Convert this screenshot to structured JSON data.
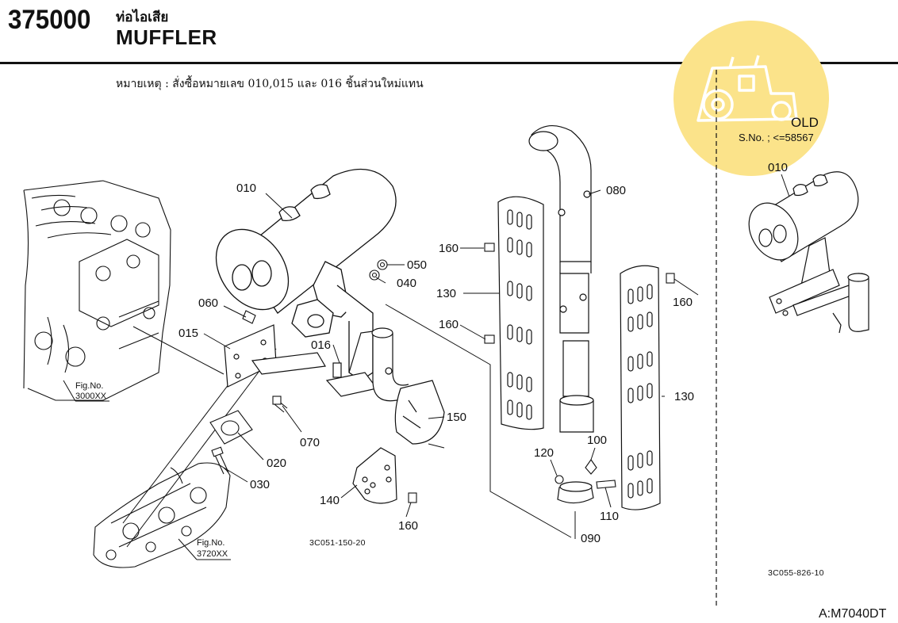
{
  "header": {
    "code": "375000",
    "title_thai": "ท่อไอเสีย",
    "title_en": "MUFFLER",
    "note": "หมายเหตุ : สั่งซื้อหมายเลข 010,015 และ 016 ชิ้นส่วนใหม่แทน"
  },
  "main_diagram": {
    "part_labels": {
      "p010": "010",
      "p015": "015",
      "p016": "016",
      "p020": "020",
      "p030": "030",
      "p040": "040",
      "p050": "050",
      "p060": "060",
      "p070": "070",
      "p080": "080",
      "p090": "090",
      "p100": "100",
      "p110": "110",
      "p120": "120",
      "p130a": "130",
      "p130b": "130",
      "p140": "140",
      "p150": "150",
      "p160a": "160",
      "p160b": "160",
      "p160c": "160",
      "p160d": "160"
    },
    "fig_refs": {
      "engine_label": "Fig.No.",
      "engine_num": "3000XX",
      "manifold_label": "Fig.No.",
      "manifold_num": "3720XX"
    },
    "drawing_code": "3C051-150-20"
  },
  "old_panel": {
    "title": "OLD",
    "serial": "S.No. ; <=58567",
    "part_label": "010",
    "drawing_code": "3C055-826-10"
  },
  "footer": {
    "model": "A:M7040DT"
  },
  "colors": {
    "watermark": "#fbe38a",
    "watermark_icon": "#ffffff",
    "ink": "#111111"
  }
}
